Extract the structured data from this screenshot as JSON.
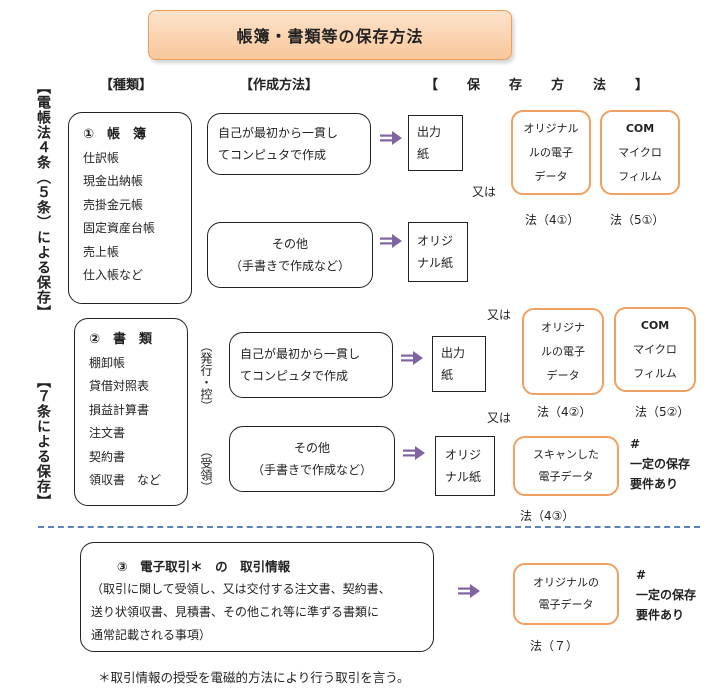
{
  "title": "帳簿・書類等の保存方法",
  "headers": {
    "type": "【種類】",
    "method": "【作成方法】",
    "storage": "【　保　存　方　法　】"
  },
  "side_labels": {
    "law4": "【電帳法４条（５条）による保存】",
    "law7": "【７条による保存】",
    "issue": "（発行・控）",
    "receive": "（受領）"
  },
  "books": {
    "title": "①　帳　簿",
    "items": [
      "仕訳帳",
      "現金出納帳",
      "売掛金元帳",
      "固定資産台帳",
      "売上帳",
      "仕入帳など"
    ],
    "method_computer": [
      "自己が最初から一貫し",
      "てコンピュタで作成"
    ],
    "method_other": [
      "その他",
      "（手書きで作成など）"
    ],
    "output_paper": [
      "出力",
      "紙"
    ],
    "original_paper": [
      "オリジ",
      "ナル紙"
    ],
    "or": "又は",
    "orig_data": [
      "オリジナル",
      "ルの電子",
      "データ"
    ],
    "com": [
      "COM",
      "マイクロ",
      "フィルム"
    ],
    "law_a": "法（4①）",
    "law_b": "法（5①）"
  },
  "documents": {
    "title": "②　書　類",
    "items": [
      "棚卸帳",
      "貸借対照表",
      "損益計算書",
      "注文書",
      "契約書",
      "領収書　など"
    ],
    "method_computer": [
      "自己が最初から一貫し",
      "てコンピュタで作成"
    ],
    "method_other": [
      "その他",
      "（手書きで作成など）"
    ],
    "output_paper": [
      "出力",
      "紙"
    ],
    "original_paper": [
      "オリジ",
      "ナル紙"
    ],
    "or1": "又は",
    "or2": "又は",
    "orig_data": [
      "オリジナ",
      "ルの電子",
      "データ"
    ],
    "com": [
      "COM",
      "マイクロ",
      "フィルム"
    ],
    "law_a": "法（4②）",
    "law_b": "法（5②）",
    "scan": [
      "スキャンした",
      "電子データ"
    ],
    "law_c": "法（4③）",
    "note": [
      "#",
      "一定の保存",
      "要件あり"
    ]
  },
  "edi": {
    "title": "③　電子取引＊　の　取引情報",
    "desc": [
      "（取引に関して受領し、又は交付する注文書、契約書、",
      "送り状領収書、見積書、その他これ等に準ずる書類に",
      "通常記載される事項）"
    ],
    "orig_data": [
      "オリジナルの",
      "電子データ"
    ],
    "law": "法（７）",
    "note": [
      "#",
      "一定の保存",
      "要件あり"
    ]
  },
  "footnote": "＊取引情報の授受を電磁的方法により行う取引を言う。",
  "colors": {
    "accent_border": "#f0a060",
    "arrow": "#8064a2",
    "dash": "#5b83b9"
  }
}
